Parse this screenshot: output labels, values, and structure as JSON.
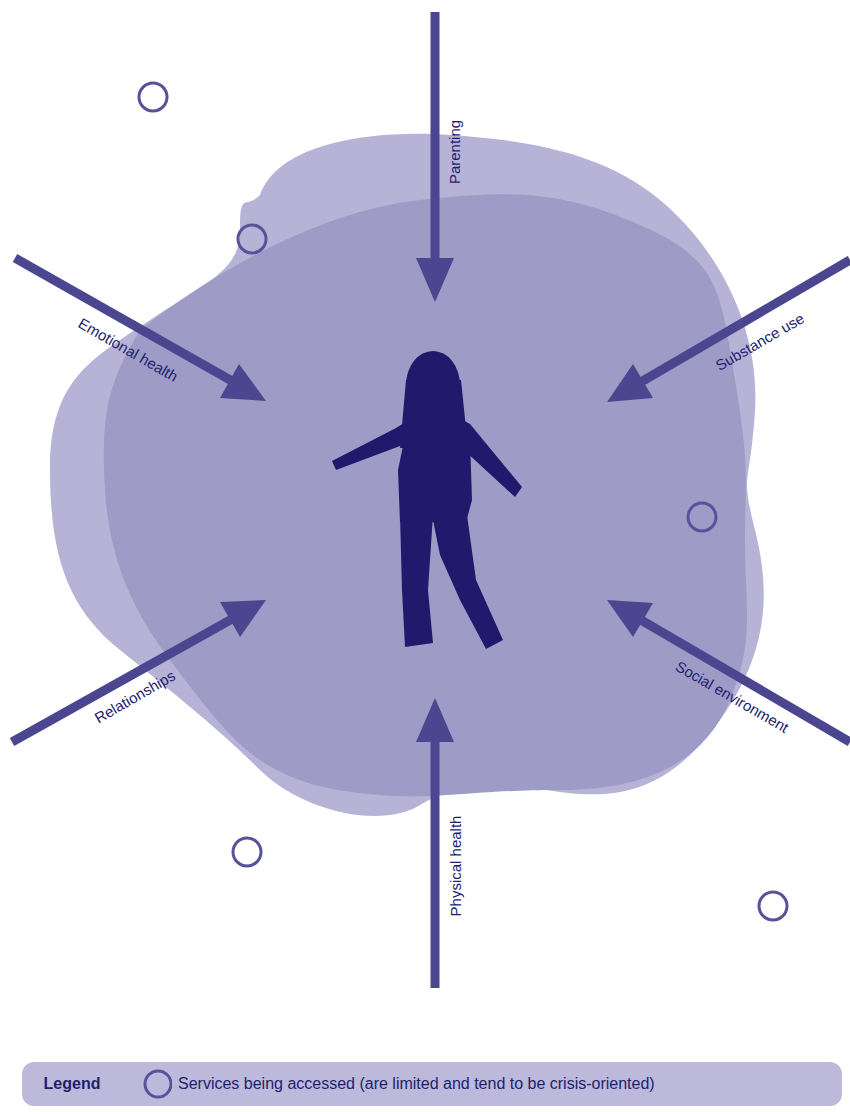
{
  "diagram": {
    "labels": [
      "Parenting",
      "Substance use",
      "Emotional health",
      "Relationships",
      "Social environment",
      "Physical health",
      "Legend"
    ],
    "legend": [
      {
        "text": "Services being accessed (are limited and tend to be crisis-oriented)"
      }
    ]
  }
}
